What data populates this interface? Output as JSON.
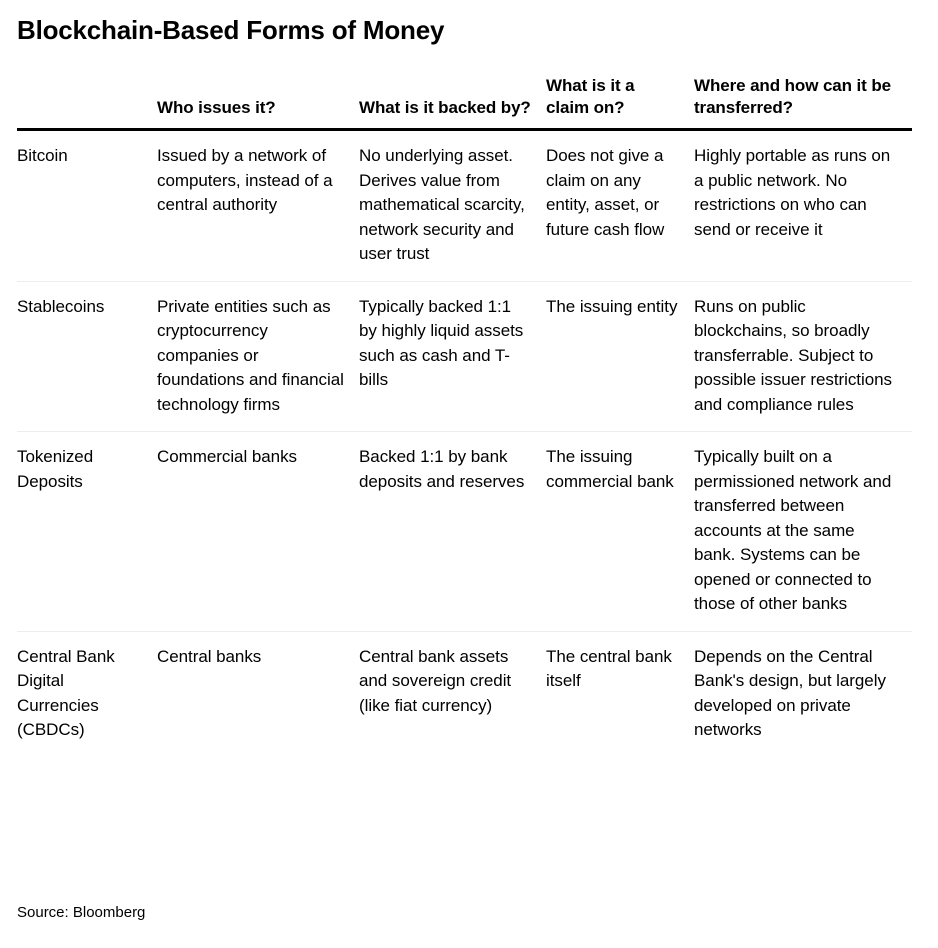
{
  "title": "Blockchain-Based Forms of Money",
  "colors": {
    "background": "#ffffff",
    "text": "#000000",
    "header_rule": "#000000",
    "row_separator": "#ededed"
  },
  "table": {
    "headers": [
      "",
      "Who issues it?",
      "What is it backed by?",
      "What is it a claim on?",
      "Where and how can it be transferred?"
    ],
    "rows": [
      {
        "label": "Bitcoin",
        "issuer": "Issued by a network of computers, instead of a central authority",
        "backed_by": "No underlying asset. Derives value from mathematical scarcity, network security and user trust",
        "claim_on": "Does not give a claim on any entity, asset, or future cash flow",
        "transfer": "Highly portable as runs on a public network. No restrictions on who can send or receive it"
      },
      {
        "label": "Stablecoins",
        "issuer": "Private entities such as cryptocurrency companies or foundations and financial technology firms",
        "backed_by": "Typically backed 1:1 by highly liquid assets such as cash and T-bills",
        "claim_on": "The issuing entity",
        "transfer": "Runs on public blockchains, so broadly transferrable. Subject to possible issuer restrictions and compliance rules"
      },
      {
        "label": "Tokenized Deposits",
        "issuer": "Commercial banks",
        "backed_by": "Backed 1:1 by bank deposits and reserves",
        "claim_on": "The issuing commercial bank",
        "transfer": "Typically built on a permissioned network and transferred between accounts at the same bank. Systems can be opened or connected to those of other banks"
      },
      {
        "label": "Central Bank Digital Currencies (CBDCs)",
        "issuer": "Central banks",
        "backed_by": "Central bank assets and sovereign credit (like fiat currency)",
        "claim_on": "The central bank itself",
        "transfer": "Depends on the Central Bank's design, but largely developed on private networks"
      }
    ]
  },
  "source": "Source: Bloomberg"
}
